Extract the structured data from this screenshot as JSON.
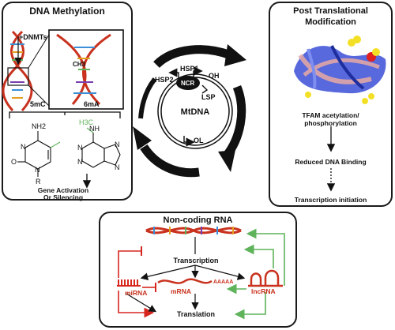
{
  "dna_methylation": {
    "title": "DNA Methylation",
    "dnmts": "+DNMTs",
    "ch3": "CH3",
    "label_5mc": "5mC",
    "label_6ma": "6mA",
    "nh2": "NH2",
    "n_top": "N",
    "n_r": "N",
    "o_left": "O",
    "r_group": "R",
    "h3c": "H3C",
    "nh": "NH",
    "purine_n1": "N",
    "purine_n2": "N",
    "purine_n3": "N",
    "purine_nh": "N",
    "outcome_line1": "Gene Activation",
    "outcome_line2": "Or Silencing"
  },
  "post_translational": {
    "title_line1": "Post Translational",
    "title_line2": "Modification",
    "step1_line1": "TFAM acetylation/",
    "step1_line2": "phosphorylation",
    "step2": "Reduced DNA Binding",
    "step3": "Transcription initiation"
  },
  "mtdna": {
    "label": "MtDNA",
    "hsp1": "HSP1",
    "hsp2": "HSP2",
    "ncr": "NCR",
    "oh": "OH",
    "lsp": "LSP",
    "ol": "OL"
  },
  "noncoding_rna": {
    "title": "Non-coding RNA",
    "transcription": "Transcription",
    "mirna": "miRNA",
    "mrna": "mRNA",
    "lncrna": "lncRNA",
    "polya": "AAAAA",
    "translation": "Translation"
  },
  "colors": {
    "helix_red": "#c8321e",
    "inhibit_red": "#d7261e",
    "activate_green": "#5fb35a",
    "protein_blue": "#3a4fd6",
    "protein_yellow": "#f3e026",
    "dna_pink": "#e0a6a6",
    "black": "#111111"
  }
}
